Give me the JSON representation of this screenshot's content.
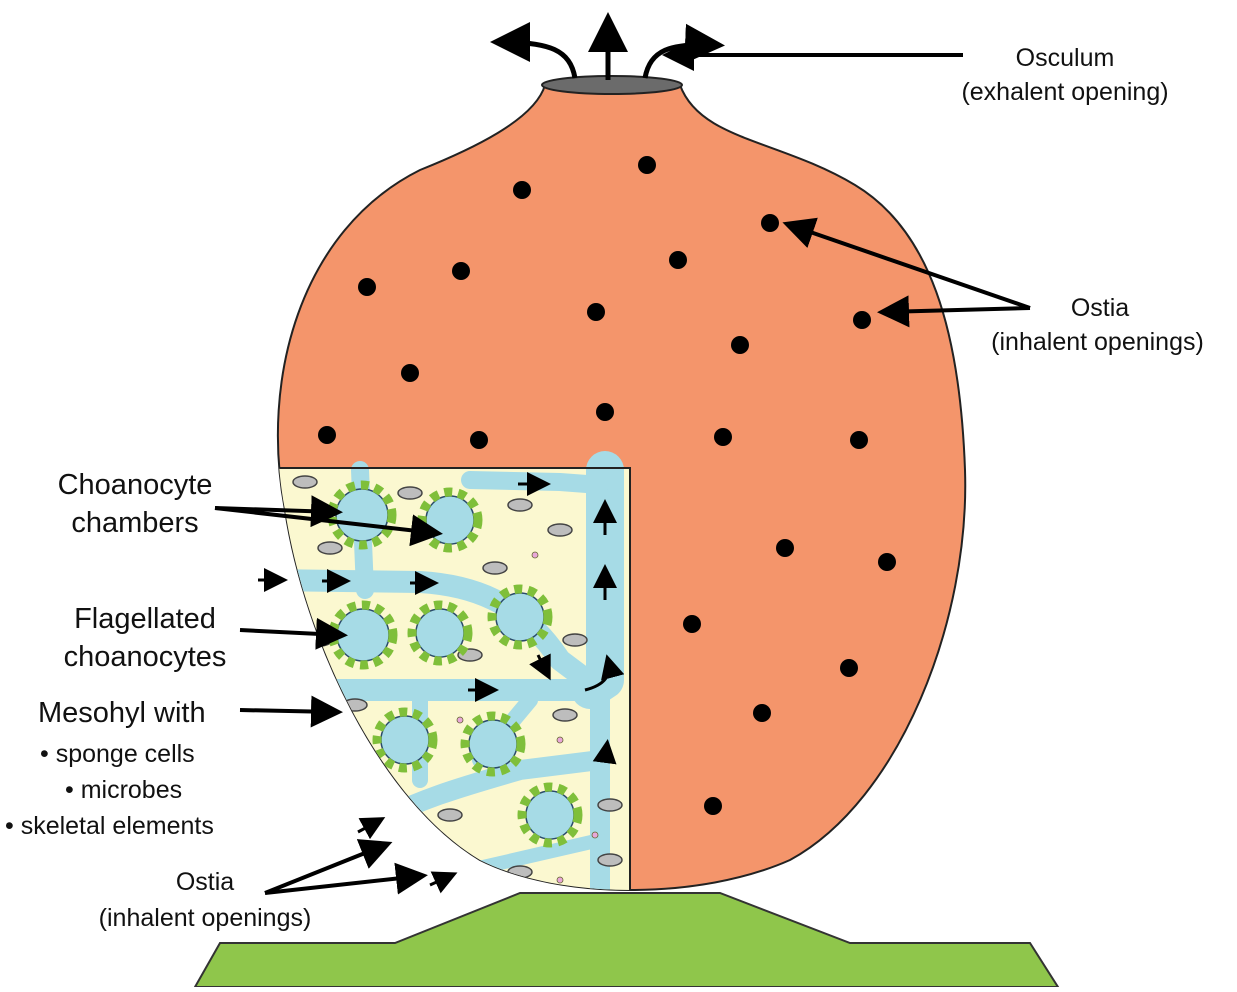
{
  "labels": {
    "osculum": "Osculum",
    "osculum_sub": "(exhalent opening)",
    "ostia_top": "Ostia",
    "ostia_top_sub": "(inhalent openings)",
    "choanocyte_1": "Choanocyte",
    "choanocyte_2": "chambers",
    "flagellated_1": "Flagellated",
    "flagellated_2": "choanocytes",
    "mesohyl": "Mesohyl with",
    "bullet_1": "• sponge cells",
    "bullet_2": "• microbes",
    "bullet_3": "• skeletal elements",
    "ostia_bottom": "Ostia",
    "ostia_bottom_sub": "(inhalent openings)"
  },
  "colors": {
    "body": "#f4956b",
    "mesohyl": "#fbf8d0",
    "canal": "#a6dbe6",
    "ground": "#8fc64b",
    "choanocyte": "#7fbf3a",
    "ostium": "#000000",
    "osculum": "#6b6b6b"
  }
}
